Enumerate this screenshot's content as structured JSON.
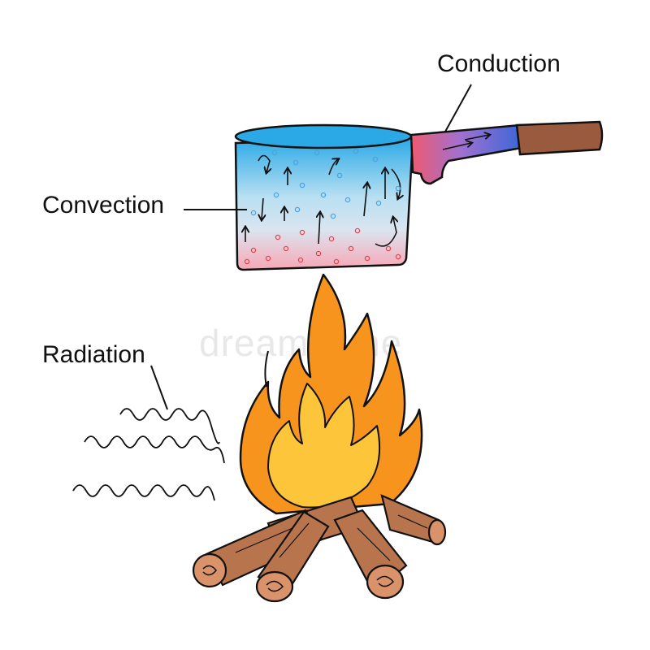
{
  "labels": {
    "conduction": "Conduction",
    "convection": "Convection",
    "radiation": "Radiation"
  },
  "watermark": "dreamstime",
  "colors": {
    "water_top": "#2aa9e6",
    "water_mid": "#b8e0f2",
    "water_hot": "#f7a7b5",
    "handle_hot": "#ee5a6f",
    "handle_cool": "#3b67d8",
    "wood_handle": "#9a5a3e",
    "flame_outer": "#f7941d",
    "flame_inner": "#fdc63a",
    "log": "#b8744c",
    "hot_bubble": "#e8434f",
    "cool_bubble": "#4aa3e0"
  },
  "icons": [
    "saucepan",
    "flame",
    "logs",
    "heat-wave",
    "arrow"
  ]
}
